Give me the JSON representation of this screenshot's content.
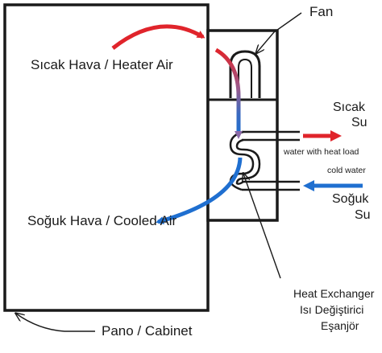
{
  "labels": {
    "fan": "Fan",
    "hot_air": "Sıcak Hava / Heater Air",
    "cooled_air": "Soğuk Hava / Cooled Air",
    "cabinet": "Pano / Cabinet",
    "hot_water_line1": "Sıcak",
    "hot_water_line2": "Su",
    "hot_water_note": "water with heat load",
    "cold_water_note": "cold water",
    "cold_water_line1": "Soğuk",
    "cold_water_line2": "Su",
    "hx_line1": "Heat Exchanger",
    "hx_line2": "Isı Değiştirici",
    "hx_line3": "Eşanjör"
  },
  "colors": {
    "outline": "#1a1a1a",
    "hot_arrow": "#e0242b",
    "cold_arrow": "#1f6fd0",
    "mixed_arrow": "#9a5a8c"
  }
}
